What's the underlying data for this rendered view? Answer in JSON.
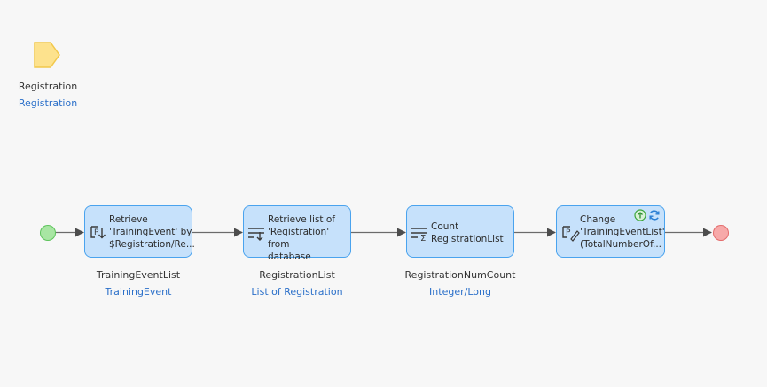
{
  "parameter": {
    "name": "Registration",
    "type": "Registration"
  },
  "activities": [
    {
      "text": "Retrieve\n'TrainingEvent' by\n$Registration/Re...",
      "output_name": "TrainingEventList",
      "output_type": "TrainingEvent",
      "icon": "retrieve-by-association-icon"
    },
    {
      "text": "Retrieve list of\n'Registration' from\ndatabase",
      "output_name": "RegistrationList",
      "output_type": "List of Registration",
      "icon": "retrieve-from-database-icon"
    },
    {
      "text": "Count\nRegistrationList",
      "output_name": "RegistrationNumCount",
      "output_type": "Integer/Long",
      "icon": "aggregate-count-icon"
    },
    {
      "text": "Change\n'TrainingEventList'\n(TotalNumberOf...",
      "icon": "change-object-icon",
      "badges": [
        "commit-icon",
        "refresh-icon"
      ]
    }
  ],
  "colors": {
    "activity_fill": "#c6e1fb",
    "activity_border": "#4aa3ee",
    "start_event": "#a8e6a3",
    "end_event": "#f7a9a9",
    "parameter": "#fde28d",
    "type_link": "#2a6fc9"
  }
}
